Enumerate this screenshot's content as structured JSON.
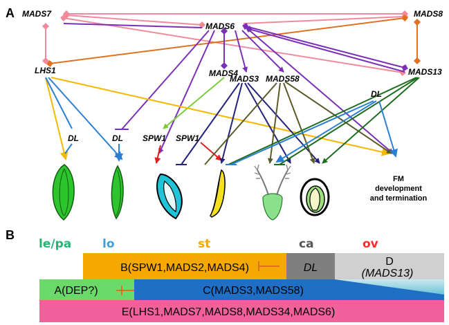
{
  "panels": {
    "a": "A",
    "b": "B"
  },
  "genes": {
    "mads7": "MADS7",
    "mads6": "MADS6",
    "mads8": "MADS8",
    "lhs1": "LHS1",
    "mads4": "MADS4",
    "mads13": "MADS13",
    "mads3": "MADS3",
    "mads58": "MADS58",
    "dl_top": "DL",
    "dl_lemma": "DL",
    "dl_lodicule": "DL",
    "spw1_a": "SPW1",
    "spw1_b": "SPW1"
  },
  "fm_label": {
    "line1": "FM",
    "line2": "development",
    "line3": "and termination"
  },
  "organ_icons": [
    "lemma-palea-icon",
    "lodicule-icon",
    "stamen-cross-section-icon",
    "stamen-icon",
    "carpel-icon",
    "ovule-icon"
  ],
  "whorls": {
    "le_pa": "le/pa",
    "lo": "lo",
    "st": "st",
    "ca": "ca",
    "ov": "ov"
  },
  "model_boxes": {
    "b": "B(SPW1,MADS2,MADS4)",
    "dl": "DL",
    "d_line1": "D",
    "d_line2": "(MADS13)",
    "a": "A(DEP?)",
    "c": "C(MADS3,MADS58)",
    "e": "E(LHS1,MADS7,MADS8,MADS34,MADS6)"
  },
  "colors": {
    "pink_interaction": "#f08a9a",
    "orange_interaction": "#e07020",
    "purple": "#7a2fb8",
    "navy": "#22227a",
    "olive": "#5a5a28",
    "dark_green": "#1d6b1d",
    "light_green": "#7acc3a",
    "blue": "#2a7fd4",
    "yellow": "#f5b800",
    "red": "#e02020",
    "le_pa_text": "#22b573",
    "lo_text": "#3aa0e0",
    "st_text": "#f5a800",
    "ca_text": "#555555",
    "ov_text": "#ff2a2a",
    "box_b": "#f5a800",
    "box_dl": "#7f7f7f",
    "box_d": "#d0d0d0",
    "box_a": "#6ad96a",
    "box_c": "#1f6fc4",
    "box_e": "#f0609a",
    "wedge": "#8dd4e0"
  }
}
